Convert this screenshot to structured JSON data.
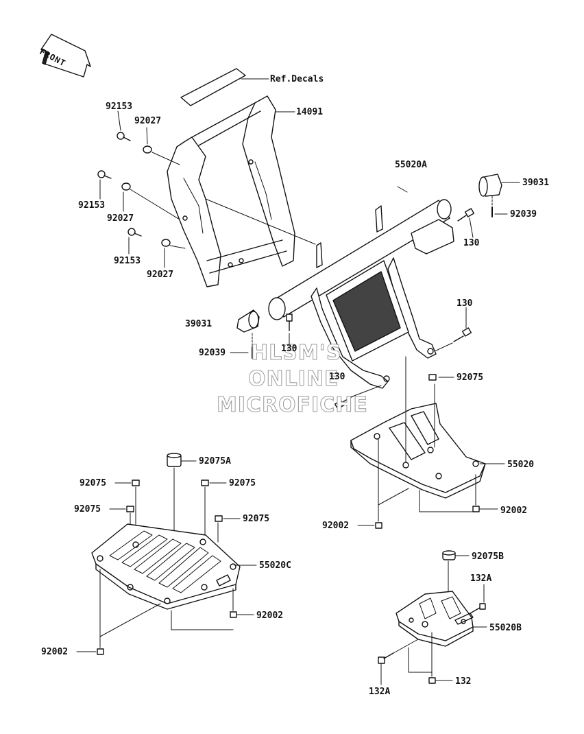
{
  "front_arrow": {
    "label": "FRONT"
  },
  "watermark": {
    "line1": "HLSM'S",
    "line2": "ONLINE",
    "line3": "MICROFICHE"
  },
  "callouts": {
    "ref_decals": "Ref.Decals",
    "frame_guard_top": "14091",
    "bolt_92153_a": "92153",
    "collar_92027_a": "92027",
    "bolt_92153_b": "92153",
    "collar_92027_b": "92027",
    "bolt_92153_c": "92153",
    "collar_92027_c": "92027",
    "guard_assy_main": "55020A",
    "cap_39031_right": "39031",
    "pin_92039_right": "92039",
    "bolt_130_a": "130",
    "bolt_130_b": "130",
    "cap_39031_left": "39031",
    "pin_92039_left": "92039",
    "bolt_130_c": "130",
    "bolt_130_d": "130",
    "nut_92075_a": "92075",
    "skid_plate_55020": "55020",
    "bolt_92002_a": "92002",
    "bolt_92002_b": "92002",
    "collar_92075A": "92075A",
    "nut_92075_b": "92075",
    "nut_92075_c": "92075",
    "nut_92075_d": "92075",
    "nut_92075_e": "92075",
    "skid_plate_55020C": "55020C",
    "bolt_92002_c": "92002",
    "bolt_92002_d": "92002",
    "collar_92075B": "92075B",
    "bolt_132A_a": "132A",
    "skid_plate_55020B": "55020B",
    "bolt_132A_b": "132A",
    "bolt_132": "132"
  }
}
